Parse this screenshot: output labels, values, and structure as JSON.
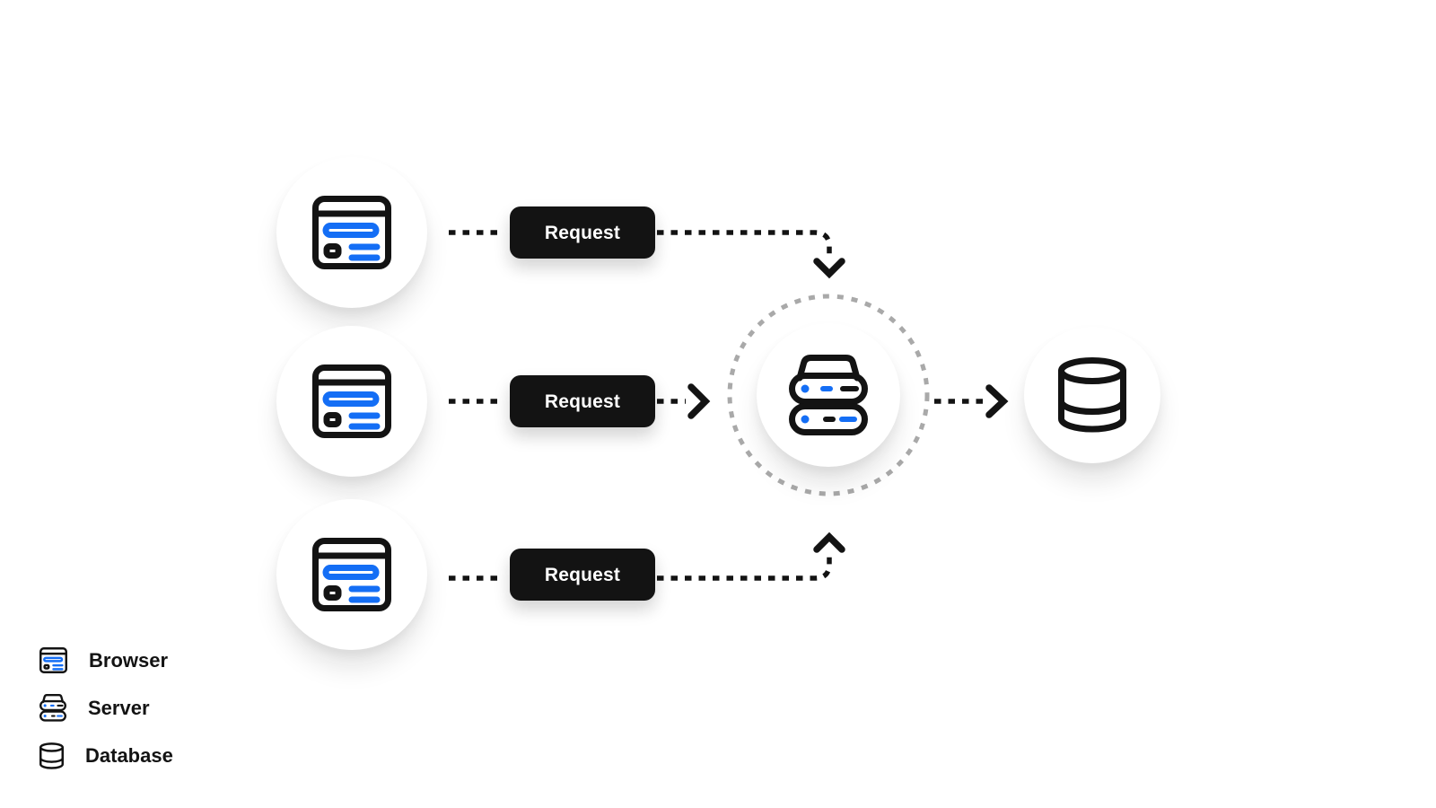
{
  "flow": {
    "clients": [
      {
        "name": "browser-1",
        "icon": "browser-icon"
      },
      {
        "name": "browser-2",
        "icon": "browser-icon"
      },
      {
        "name": "browser-3",
        "icon": "browser-icon"
      }
    ],
    "requests": [
      {
        "label": "Request"
      },
      {
        "label": "Request"
      },
      {
        "label": "Request"
      }
    ],
    "server": {
      "name": "server",
      "icon": "server-icon",
      "highlighted": true
    },
    "database": {
      "name": "database",
      "icon": "database-icon"
    }
  },
  "legend": {
    "items": [
      {
        "icon": "browser-icon",
        "label": "Browser"
      },
      {
        "icon": "server-icon",
        "label": "Server"
      },
      {
        "icon": "database-icon",
        "label": "Database"
      }
    ]
  },
  "colors": {
    "accent_blue": "#146EF5",
    "ink_black": "#131313",
    "dashed_ring_gray": "#A9A9A9",
    "background": "#FFFFFF"
  }
}
